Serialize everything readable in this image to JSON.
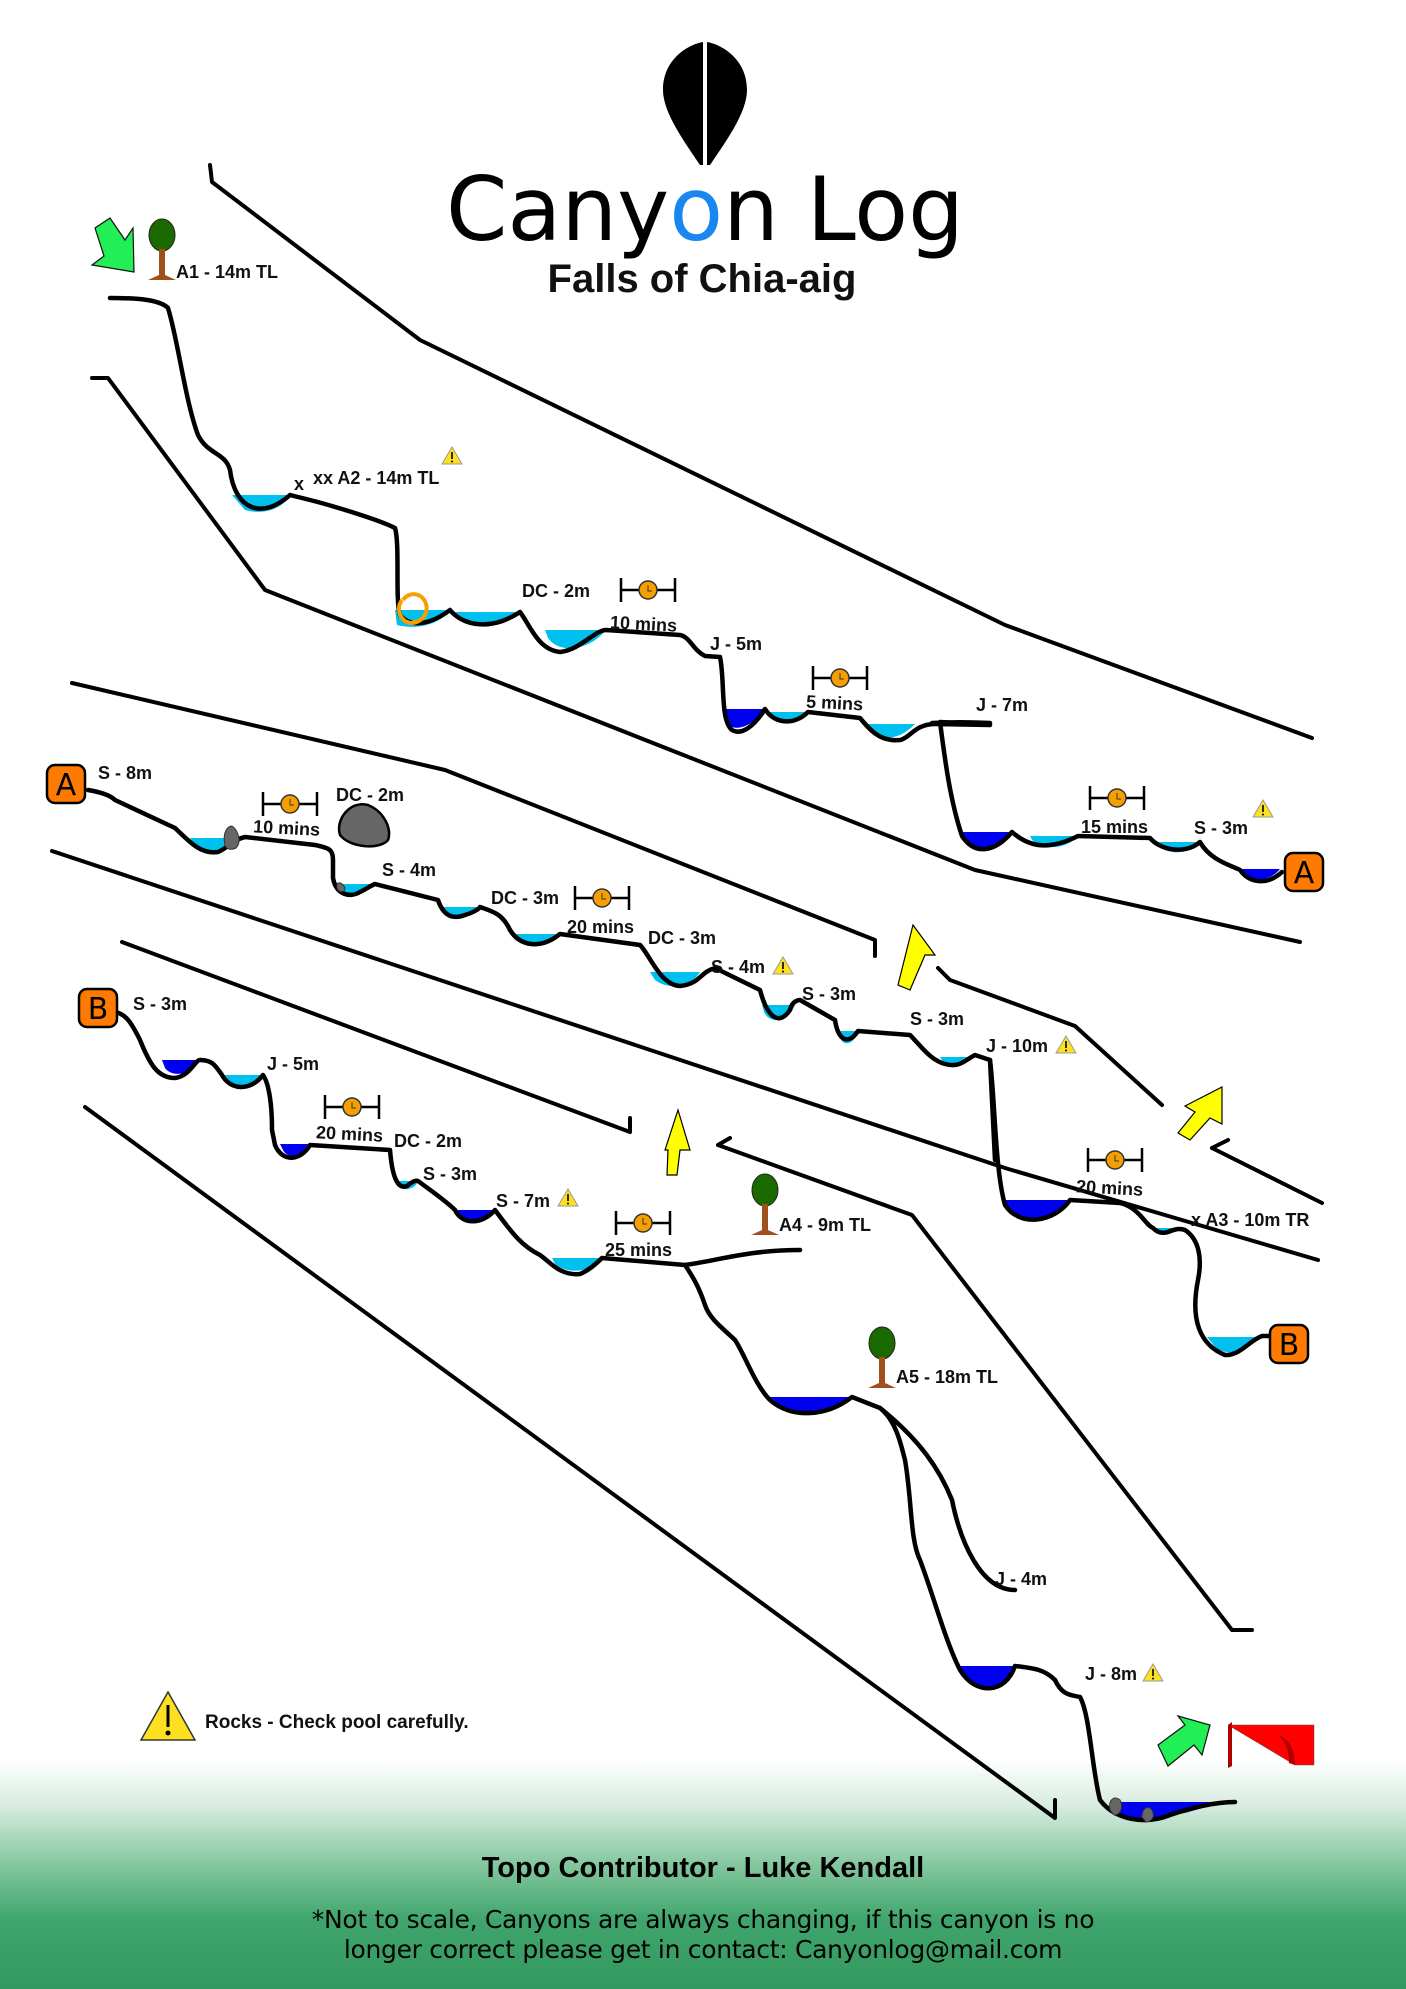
{
  "header": {
    "brand": "Canyon Log",
    "brand_prefix": "Cany",
    "brand_accent_letter": "o",
    "brand_suffix": "n Log",
    "canyon_name": "Falls of Chia-aig",
    "accent_color": "#1a86f0"
  },
  "colors": {
    "pool_shallow": "#00c0f0",
    "pool_deep": "#0000f0",
    "marker_orange": "#ff7a00",
    "arrow_green": "#22ee55",
    "arrow_yellow": "#ffff00",
    "warning_yellow": "#ffe020",
    "tree_green": "#1a6a00",
    "tree_trunk": "#a0501a",
    "rock_grey": "#666666",
    "bridge_red": "#ff0000",
    "footer_green": "#33995f"
  },
  "section_markers": [
    "A",
    "B"
  ],
  "obstacles": [
    {
      "id": "a1",
      "label": "A1 - 14m TL",
      "icon": "tree-anchor-icon"
    },
    {
      "id": "a2",
      "label": "xx A2 - 14m TL",
      "prefix": "x",
      "icon": "warning-icon"
    },
    {
      "id": "dc1",
      "label": "DC - 2m"
    },
    {
      "id": "t1",
      "label": "10 mins",
      "icon": "clock-icon"
    },
    {
      "id": "j1",
      "label": "J - 5m"
    },
    {
      "id": "t2",
      "label": "5 mins",
      "icon": "clock-icon"
    },
    {
      "id": "j2",
      "label": "J - 7m"
    },
    {
      "id": "t3",
      "label": "15 mins",
      "icon": "clock-icon"
    },
    {
      "id": "s1",
      "label": "S - 3m",
      "icon": "warning-icon"
    },
    {
      "id": "s2",
      "label": "S - 8m"
    },
    {
      "id": "t4",
      "label": "10 mins",
      "icon": "clock-icon"
    },
    {
      "id": "dc2",
      "label": "DC - 2m",
      "icon": "boulder-icon"
    },
    {
      "id": "s3",
      "label": "S - 4m"
    },
    {
      "id": "dc3",
      "label": "DC - 3m"
    },
    {
      "id": "t5",
      "label": "20 mins",
      "icon": "clock-icon"
    },
    {
      "id": "dc4",
      "label": "DC - 3m"
    },
    {
      "id": "s4",
      "label": "S - 4m",
      "icon": "warning-icon"
    },
    {
      "id": "s5",
      "label": "S - 3m"
    },
    {
      "id": "s6",
      "label": "S - 3m"
    },
    {
      "id": "j3",
      "label": "J - 10m",
      "icon": "warning-icon"
    },
    {
      "id": "t6",
      "label": "20 mins",
      "icon": "clock-icon"
    },
    {
      "id": "a3",
      "label": "x A3 - 10m TR"
    },
    {
      "id": "s7",
      "label": "S - 3m"
    },
    {
      "id": "j4",
      "label": "J - 5m"
    },
    {
      "id": "t7",
      "label": "20 mins",
      "icon": "clock-icon"
    },
    {
      "id": "dc5",
      "label": "DC - 2m"
    },
    {
      "id": "s8",
      "label": "S - 3m"
    },
    {
      "id": "s9",
      "label": "S - 7m",
      "icon": "warning-icon"
    },
    {
      "id": "t8",
      "label": "25 mins",
      "icon": "clock-icon"
    },
    {
      "id": "a4",
      "label": "A4 - 9m TL",
      "icon": "tree-anchor-icon"
    },
    {
      "id": "a5",
      "label": "A5 - 18m TL",
      "icon": "tree-anchor-icon"
    },
    {
      "id": "j5",
      "label": "J - 4m"
    },
    {
      "id": "j6",
      "label": "J - 8m",
      "icon": "warning-icon"
    }
  ],
  "legend": {
    "warning_text": "Rocks - Check pool carefully."
  },
  "footer": {
    "contributor": "Topo Contributor - Luke Kendall",
    "note_line1": "*Not to scale, Canyons are always changing, if this canyon is no",
    "note_line2": "longer correct please get in contact: Canyonlog@mail.com"
  }
}
